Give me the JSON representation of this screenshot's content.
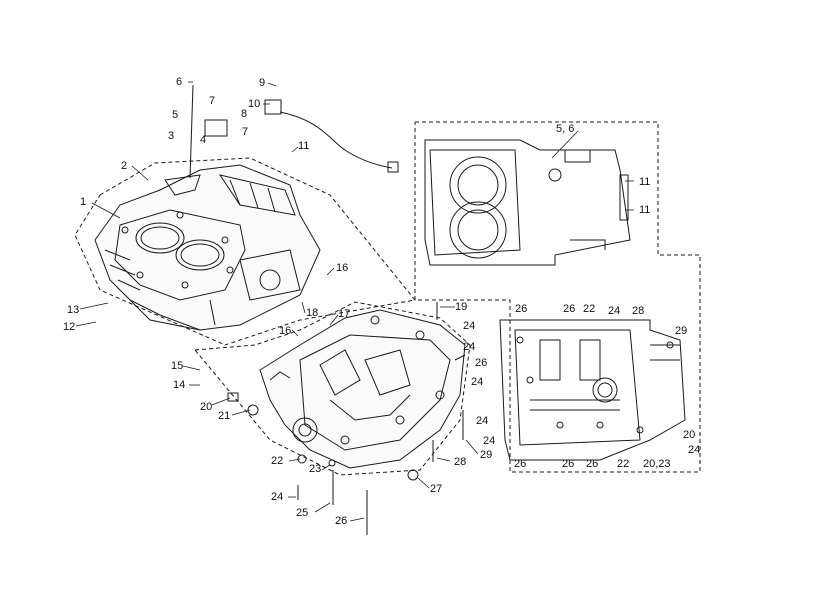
{
  "diagram": {
    "callouts": [
      {
        "id": "c1",
        "text": "1"
      },
      {
        "id": "c2",
        "text": "2"
      },
      {
        "id": "c3",
        "text": "3"
      },
      {
        "id": "c4",
        "text": "4"
      },
      {
        "id": "c5",
        "text": "5"
      },
      {
        "id": "c6",
        "text": "6"
      },
      {
        "id": "c7a",
        "text": "7"
      },
      {
        "id": "c7b",
        "text": "7"
      },
      {
        "id": "c8",
        "text": "8"
      },
      {
        "id": "c9",
        "text": "9"
      },
      {
        "id": "c10",
        "text": "10"
      },
      {
        "id": "c11a",
        "text": "11"
      },
      {
        "id": "c11b",
        "text": "11"
      },
      {
        "id": "c11c",
        "text": "11"
      },
      {
        "id": "c12",
        "text": "12"
      },
      {
        "id": "c13",
        "text": "13"
      },
      {
        "id": "c14",
        "text": "14"
      },
      {
        "id": "c15",
        "text": "15"
      },
      {
        "id": "c16a",
        "text": "16"
      },
      {
        "id": "c16b",
        "text": "16"
      },
      {
        "id": "c17",
        "text": "17"
      },
      {
        "id": "c18",
        "text": "18"
      },
      {
        "id": "c19",
        "text": "19"
      },
      {
        "id": "c20a",
        "text": "20"
      },
      {
        "id": "c21",
        "text": "21"
      },
      {
        "id": "c22a",
        "text": "22"
      },
      {
        "id": "c23a",
        "text": "23"
      },
      {
        "id": "c24a",
        "text": "24"
      },
      {
        "id": "c25",
        "text": "25"
      },
      {
        "id": "c26a",
        "text": "26"
      },
      {
        "id": "c27",
        "text": "27"
      },
      {
        "id": "c28a",
        "text": "28"
      },
      {
        "id": "c29a",
        "text": "29"
      },
      {
        "id": "c56",
        "text": "5, 6"
      },
      {
        "id": "c24b",
        "text": "24"
      },
      {
        "id": "c24c",
        "text": "24"
      },
      {
        "id": "c24d",
        "text": "24"
      },
      {
        "id": "c24e",
        "text": "24"
      },
      {
        "id": "c24f",
        "text": "24"
      },
      {
        "id": "c24g",
        "text": "24"
      },
      {
        "id": "c24h",
        "text": "24"
      },
      {
        "id": "c26b",
        "text": "26"
      },
      {
        "id": "c26c",
        "text": "26"
      },
      {
        "id": "c26d",
        "text": "26"
      },
      {
        "id": "c26e",
        "text": "26"
      },
      {
        "id": "c26f",
        "text": "26"
      },
      {
        "id": "c26g",
        "text": "26"
      },
      {
        "id": "c22b",
        "text": "22"
      },
      {
        "id": "c22c",
        "text": "22"
      },
      {
        "id": "c28b",
        "text": "28"
      },
      {
        "id": "c29b",
        "text": "29"
      },
      {
        "id": "c20b",
        "text": "20"
      },
      {
        "id": "c2023",
        "text": "20,23"
      }
    ]
  }
}
